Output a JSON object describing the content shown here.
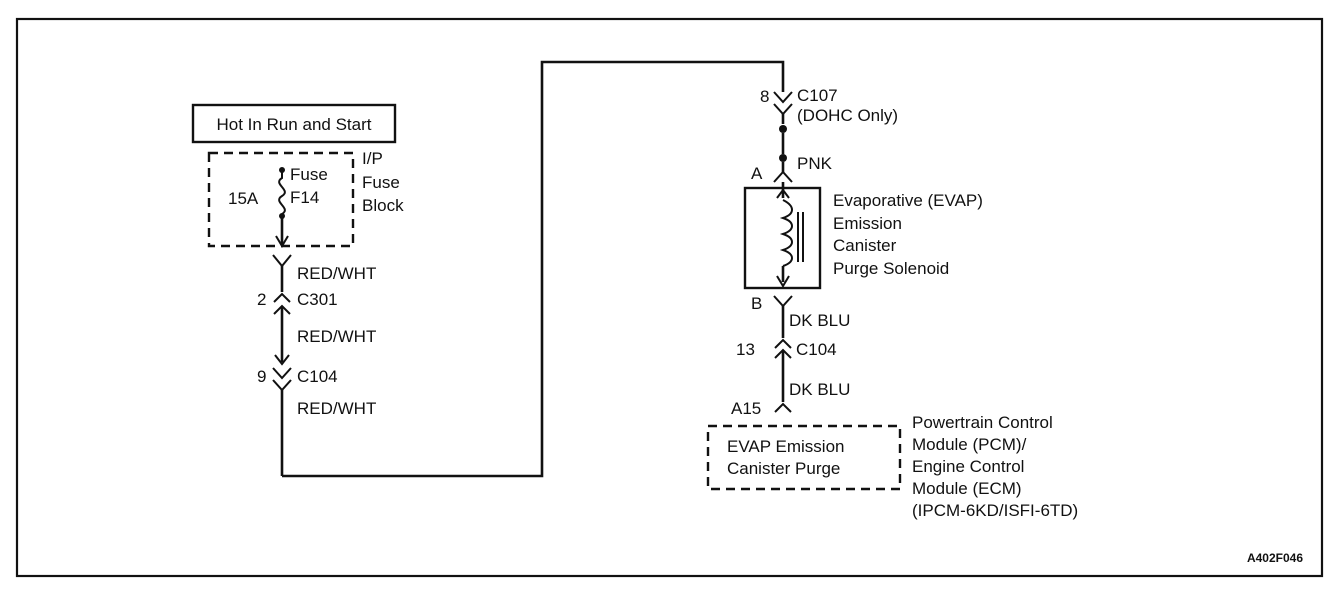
{
  "source_label": "Hot In Run and Start",
  "fuse_block": {
    "rating": "15A",
    "fuse_label_1": "Fuse",
    "fuse_label_2": "F14",
    "block_line_1": "I/P",
    "block_line_2": "Fuse",
    "block_line_3": "Block"
  },
  "left_circuit": {
    "wire_1": "RED/WHT",
    "c301_pin": "2",
    "c301_name": "C301",
    "wire_2": "RED/WHT",
    "c104_pin": "9",
    "c104_name": "C104",
    "wire_3": "RED/WHT"
  },
  "right_circuit": {
    "c107_pin": "8",
    "c107_name": "C107",
    "c107_note": "(DOHC Only)",
    "wire_pnk": "PNK",
    "pin_a": "A",
    "solenoid_line_1": "Evaporative (EVAP)",
    "solenoid_line_2": "Emission",
    "solenoid_line_3": "Canister",
    "solenoid_line_4": "Purge Solenoid",
    "pin_b": "B",
    "wire_dkblu_1": "DK BLU",
    "c104_pin": "13",
    "c104_name": "C104",
    "wire_dkblu_2": "DK BLU",
    "pcm_pin": "A15"
  },
  "pcm": {
    "box_line_1": "EVAP Emission",
    "box_line_2": "Canister Purge",
    "label_line_1": "Powertrain Control",
    "label_line_2": "Module (PCM)/",
    "label_line_3": "Engine Control",
    "label_line_4": "Module (ECM)",
    "label_line_5": "(IPCM-6KD/ISFI-6TD)"
  },
  "figure_code": "A402F046"
}
